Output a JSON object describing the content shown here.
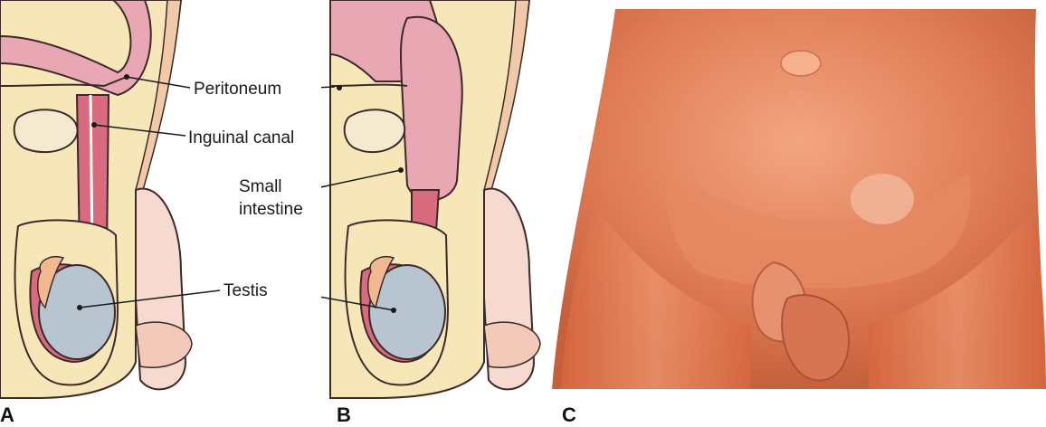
{
  "figure": {
    "panel_letters": {
      "a": "A",
      "b": "B",
      "c": "C"
    },
    "labels": {
      "peritoneum": "Peritoneum",
      "inguinal_canal": "Inguinal canal",
      "small_intestine_line1": "Small",
      "small_intestine_line2": "intestine",
      "testis": "Testis"
    }
  },
  "colors": {
    "intestine_pink": "#e8a7b2",
    "canal_red": "#c9546a",
    "fat_yellow": "#f3df9a",
    "skin": "#f6d9cf",
    "testis_blue": "#b8c4cf",
    "outline": "#3a2a2a",
    "photo_skin": "#e07d55"
  }
}
